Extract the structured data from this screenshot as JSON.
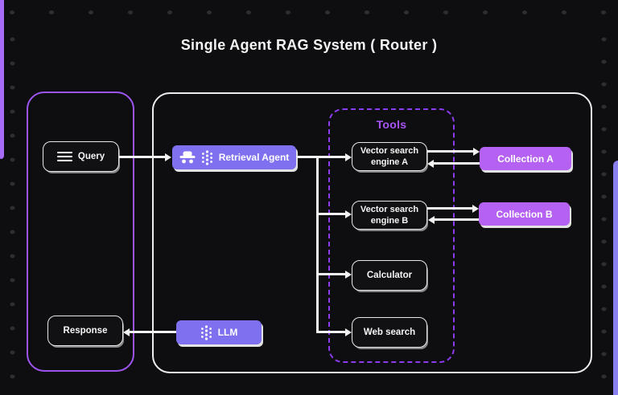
{
  "title": "Single Agent RAG System ( Router )",
  "io_panel": {
    "query_label": "Query",
    "response_label": "Response"
  },
  "main_panel": {
    "retrieval_agent_label": "Retrieval Agent",
    "llm_label": "LLM",
    "tools": {
      "title": "Tools",
      "items": [
        "Vector search engine A",
        "Vector search engine B",
        "Calculator",
        "Web search"
      ]
    },
    "collections": [
      "Collection A",
      "Collection B"
    ]
  },
  "icons": [
    "menu-icon",
    "agent-icon",
    "network-icon"
  ],
  "colors": {
    "background": "#0e0e10",
    "io_panel_border": "#9d55f0",
    "main_panel_border": "#ededed",
    "agent_button_fill": "#7e70ee",
    "collection_button_fill": "#b562f2",
    "tools_accent": "#a855f7",
    "arrow": "#f2f2f2"
  }
}
